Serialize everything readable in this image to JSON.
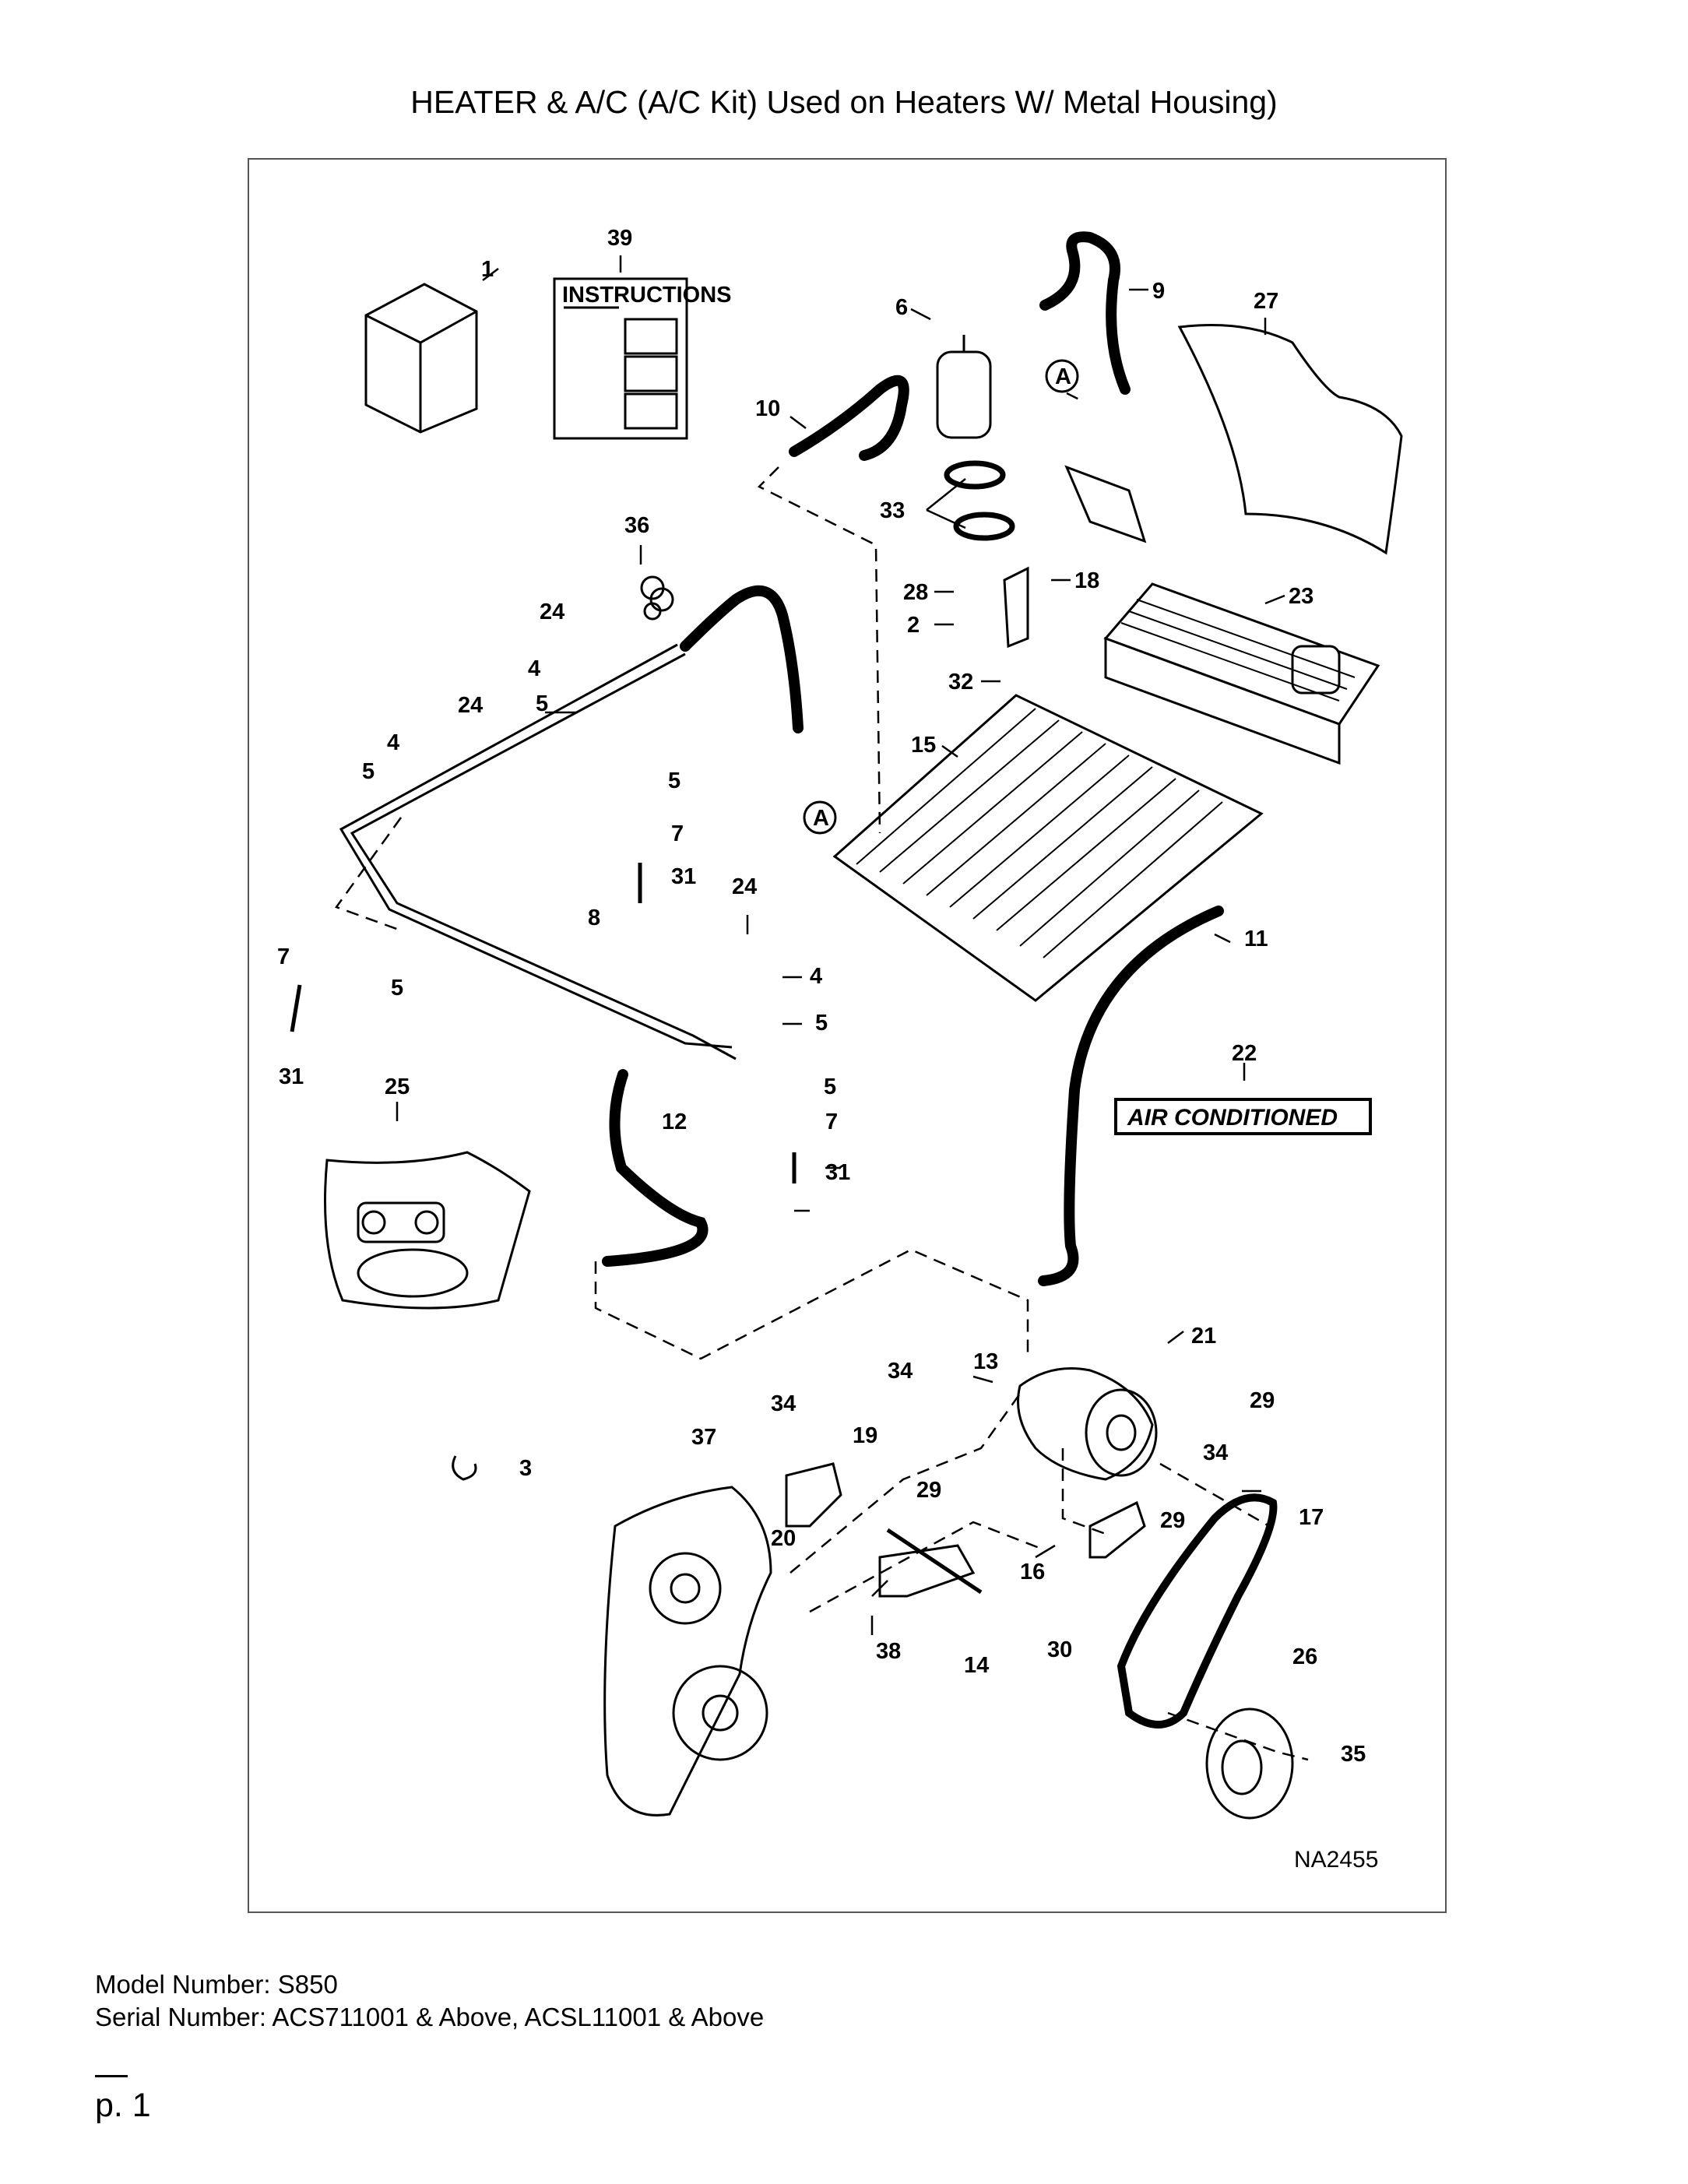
{
  "title": "HEATER & A/C (A/C Kit) Used on Heaters W/ Metal Housing)",
  "diagram": {
    "figure_code": "NA2455",
    "decal_text": "AIR CONDITIONED",
    "instructions_text": "INSTRUCTIONS",
    "connector_label": "A",
    "callouts": [
      "1",
      "39",
      "6",
      "9",
      "27",
      "10",
      "33",
      "36",
      "18",
      "23",
      "28",
      "2",
      "24",
      "32",
      "4",
      "5",
      "15",
      "24",
      "4",
      "5",
      "5",
      "7",
      "31",
      "24",
      "4",
      "5",
      "8",
      "7",
      "5",
      "5",
      "11",
      "31",
      "22",
      "25",
      "5",
      "12",
      "7",
      "31",
      "21",
      "34",
      "13",
      "29",
      "37",
      "34",
      "19",
      "34",
      "3",
      "29",
      "17",
      "20",
      "29",
      "16",
      "38",
      "14",
      "30",
      "26",
      "35"
    ]
  },
  "footer": {
    "model_number": "Model Number: S850",
    "serial_number": "Serial Number: ACS711001 & Above, ACSL11001 & Above",
    "page": "p. 1"
  }
}
